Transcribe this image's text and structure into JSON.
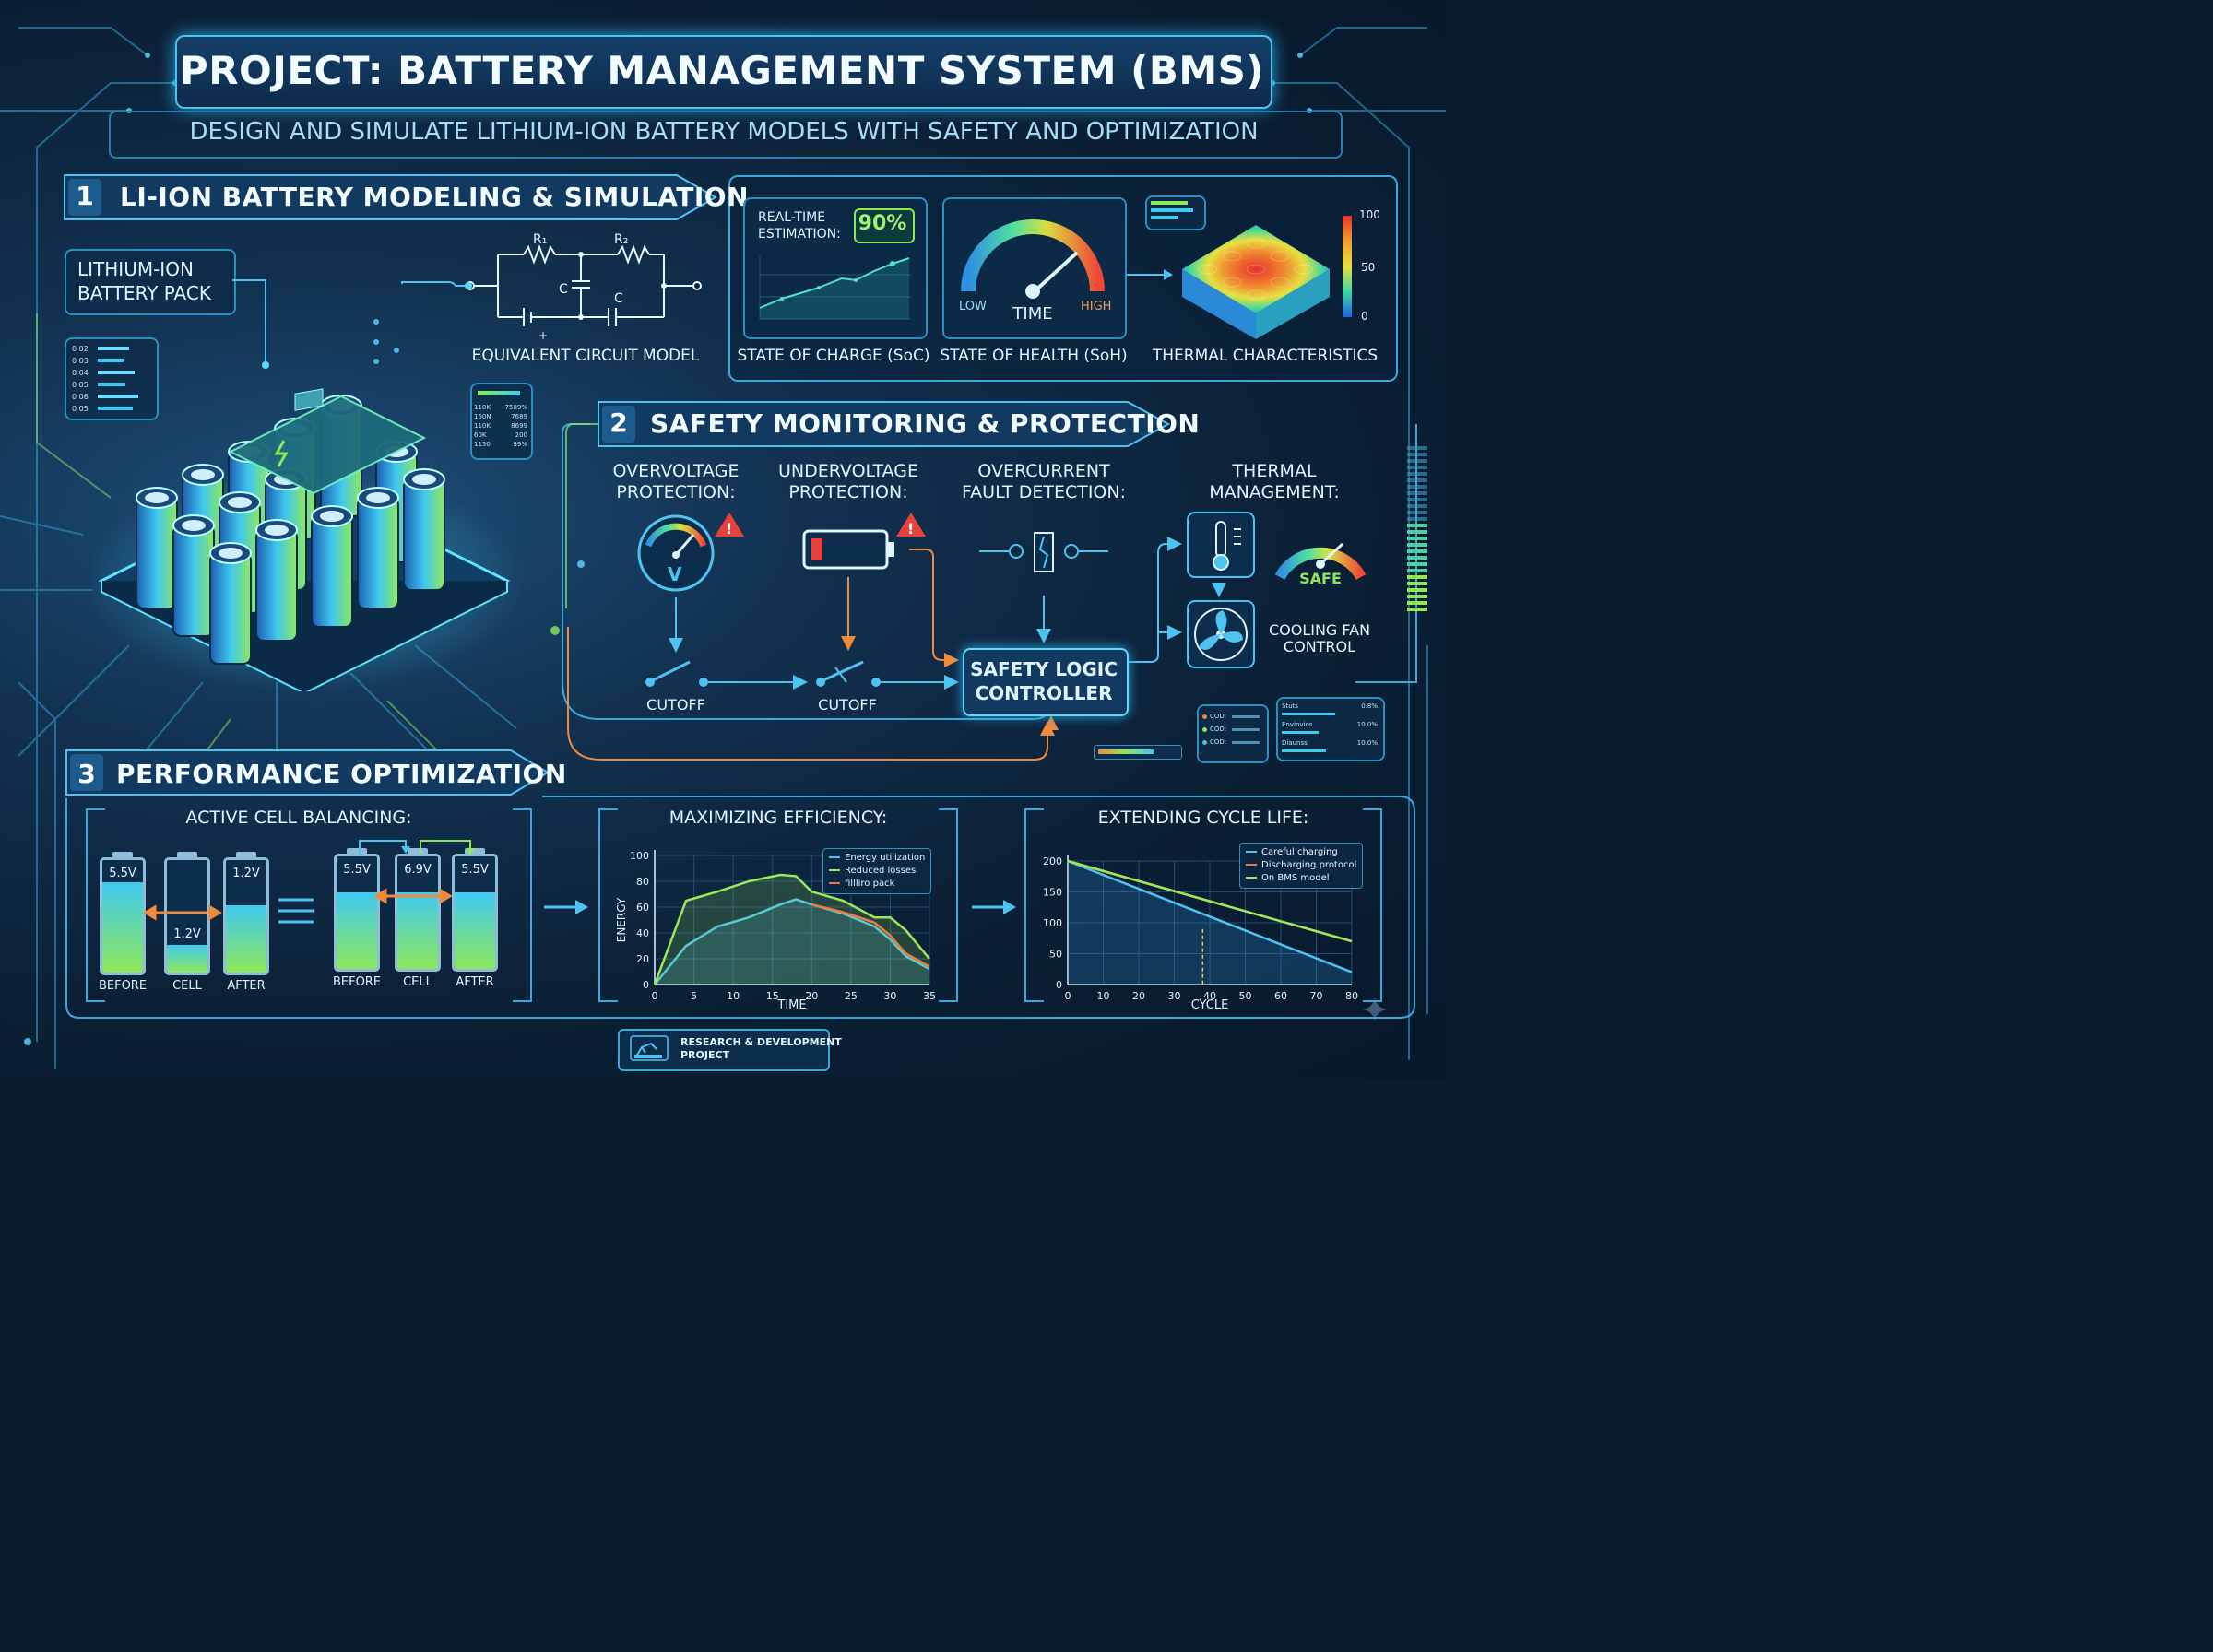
{
  "title": "PROJECT: BATTERY MANAGEMENT SYSTEM (BMS)",
  "subtitle": "DESIGN AND SIMULATE LITHIUM-ION BATTERY MODELS WITH SAFETY AND OPTIMIZATION",
  "section1": {
    "number": "1",
    "title": "LI-ION BATTERY MODELING & SIMULATION",
    "pack_label_line1": "LITHIUM-ION",
    "pack_label_line2": "BATTERY PACK",
    "circuit_caption": "EQUIVALENT CIRCUIT MODEL",
    "circuit_r1": "R₁",
    "circuit_r2": "R₂",
    "circuit_c1": "C",
    "circuit_c2": "C",
    "circuit_plus": "+",
    "soc_estimation_line1": "REAL-TIME",
    "soc_estimation_line2": "ESTIMATION:",
    "soc_value": "90%",
    "soc_caption": "STATE OF CHARGE (SoC)",
    "soh_low": "LOW",
    "soh_time": "TIME",
    "soh_high": "HIGH",
    "soh_caption": "STATE OF HEALTH (SoH)",
    "thermal_caption": "THERMAL CHARACTERISTICS",
    "thermal_scale": [
      "100",
      "50",
      "0"
    ],
    "cell_list": [
      "0 02",
      "0 03",
      "0 04",
      "0 05",
      "0 06",
      "0 05"
    ],
    "data_rows": [
      [
        "110K",
        "7589%"
      ],
      [
        "160N",
        "7689"
      ],
      [
        "110K",
        "8699"
      ],
      [
        "60K",
        "200"
      ],
      [
        "1150",
        "99%"
      ]
    ]
  },
  "section2": {
    "number": "2",
    "title": "SAFETY MONITORING & PROTECTION",
    "overvoltage_line1": "OVERVOLTAGE",
    "overvoltage_line2": "PROTECTION:",
    "overvoltage_gauge": "V",
    "undervoltage_line1": "UNDERVOLTAGE",
    "undervoltage_line2": "PROTECTION:",
    "overcurrent_line1": "OVERCURRENT",
    "overcurrent_line2": "FAULT DETECTION:",
    "thermal_line1": "THERMAL",
    "thermal_line2": "MANAGEMENT:",
    "cutoff1": "CUTOFF",
    "cutoff2": "CUTOFF",
    "controller_line1": "SAFETY LOGIC",
    "controller_line2": "CONTROLLER",
    "safe_label": "SAFE",
    "fan_line1": "COOLING FAN",
    "fan_line2": "CONTROL",
    "warning_icon": "!",
    "cod_rows": [
      "COD:",
      "COD:",
      "COD:"
    ],
    "status_rows": [
      [
        "Stuts",
        "0.8%"
      ],
      [
        "Envinvios",
        "10.0%"
      ],
      [
        "Diaunss",
        "10.0%"
      ]
    ]
  },
  "section3": {
    "number": "3",
    "title": "PERFORMANCE OPTIMIZATION",
    "balancing_title": "ACTIVE CELL BALANCING:",
    "before_group": {
      "cells": [
        {
          "label": "BEFORE",
          "voltage": "5.5V",
          "level": 0.8
        },
        {
          "label": "CELL",
          "voltage": "1.2V",
          "level": 0.25
        },
        {
          "label": "AFTER",
          "voltage": "1.2V",
          "level": 0.6
        }
      ]
    },
    "after_group": {
      "cells": [
        {
          "label": "BEFORE",
          "voltage": "5.5V",
          "level": 0.68
        },
        {
          "label": "CELL",
          "voltage": "6.9V",
          "level": 0.68
        },
        {
          "label": "AFTER",
          "voltage": "5.5V",
          "level": 0.68
        }
      ]
    },
    "efficiency_title": "MAXIMIZING EFFICIENCY:",
    "cycle_title": "EXTENDING CYCLE LIFE:"
  },
  "footer": {
    "line1": "RESEARCH & DEVELOPMENT",
    "line2": "PROJECT"
  },
  "colors": {
    "cyan": "#3fc8f0",
    "green": "#8ee85a",
    "orange": "#f08a3c",
    "red": "#e8403a",
    "panel_border": "#3aa8d8"
  },
  "chart_data": [
    {
      "type": "line",
      "title": "MAXIMIZING EFFICIENCY:",
      "xlabel": "TIME",
      "ylabel": "ENERGY",
      "xlim": [
        0,
        35
      ],
      "ylim": [
        0,
        100
      ],
      "x_ticks": [
        0,
        5,
        10,
        15,
        20,
        25,
        30,
        35
      ],
      "y_ticks": [
        0,
        20,
        40,
        60,
        80,
        100
      ],
      "legend_position": "top-right",
      "series": [
        {
          "name": "Energy utilization",
          "color": "#4ec3ee",
          "x": [
            0,
            4,
            8,
            12,
            16,
            18,
            20,
            24,
            28,
            30,
            32,
            35
          ],
          "y": [
            0,
            30,
            45,
            52,
            62,
            66,
            62,
            55,
            45,
            35,
            22,
            12
          ]
        },
        {
          "name": "Reduced losses",
          "color": "#9be85a",
          "x": [
            0,
            4,
            8,
            12,
            16,
            18,
            20,
            24,
            28,
            30,
            32,
            35
          ],
          "y": [
            0,
            65,
            72,
            80,
            85,
            84,
            72,
            65,
            52,
            52,
            42,
            20
          ]
        },
        {
          "name": "fillliro pack",
          "color": "#f07a3c",
          "x": [
            20,
            24,
            28,
            30,
            32,
            35
          ],
          "y": [
            62,
            56,
            48,
            38,
            24,
            14
          ]
        }
      ]
    },
    {
      "type": "line",
      "title": "EXTENDING CYCLE LIFE:",
      "xlabel": "CYCLE",
      "ylabel": "",
      "xlim": [
        0,
        80
      ],
      "ylim": [
        0,
        200
      ],
      "x_ticks": [
        0,
        10,
        20,
        30,
        40,
        50,
        60,
        70,
        80
      ],
      "y_ticks": [
        0,
        50,
        100,
        150,
        200
      ],
      "legend_position": "top-right",
      "series": [
        {
          "name": "Careful charging",
          "color": "#4ec3ee",
          "x": [
            0,
            40,
            80
          ],
          "y": [
            200,
            110,
            20
          ]
        },
        {
          "name": "Discharging protocol",
          "color": "#f07a3c",
          "x": [
            0,
            80
          ],
          "y": [
            200,
            70
          ]
        },
        {
          "name": "On BMS model",
          "color": "#9be85a",
          "x": [
            0,
            80
          ],
          "y": [
            200,
            70
          ]
        }
      ],
      "marker_x": 38
    }
  ]
}
